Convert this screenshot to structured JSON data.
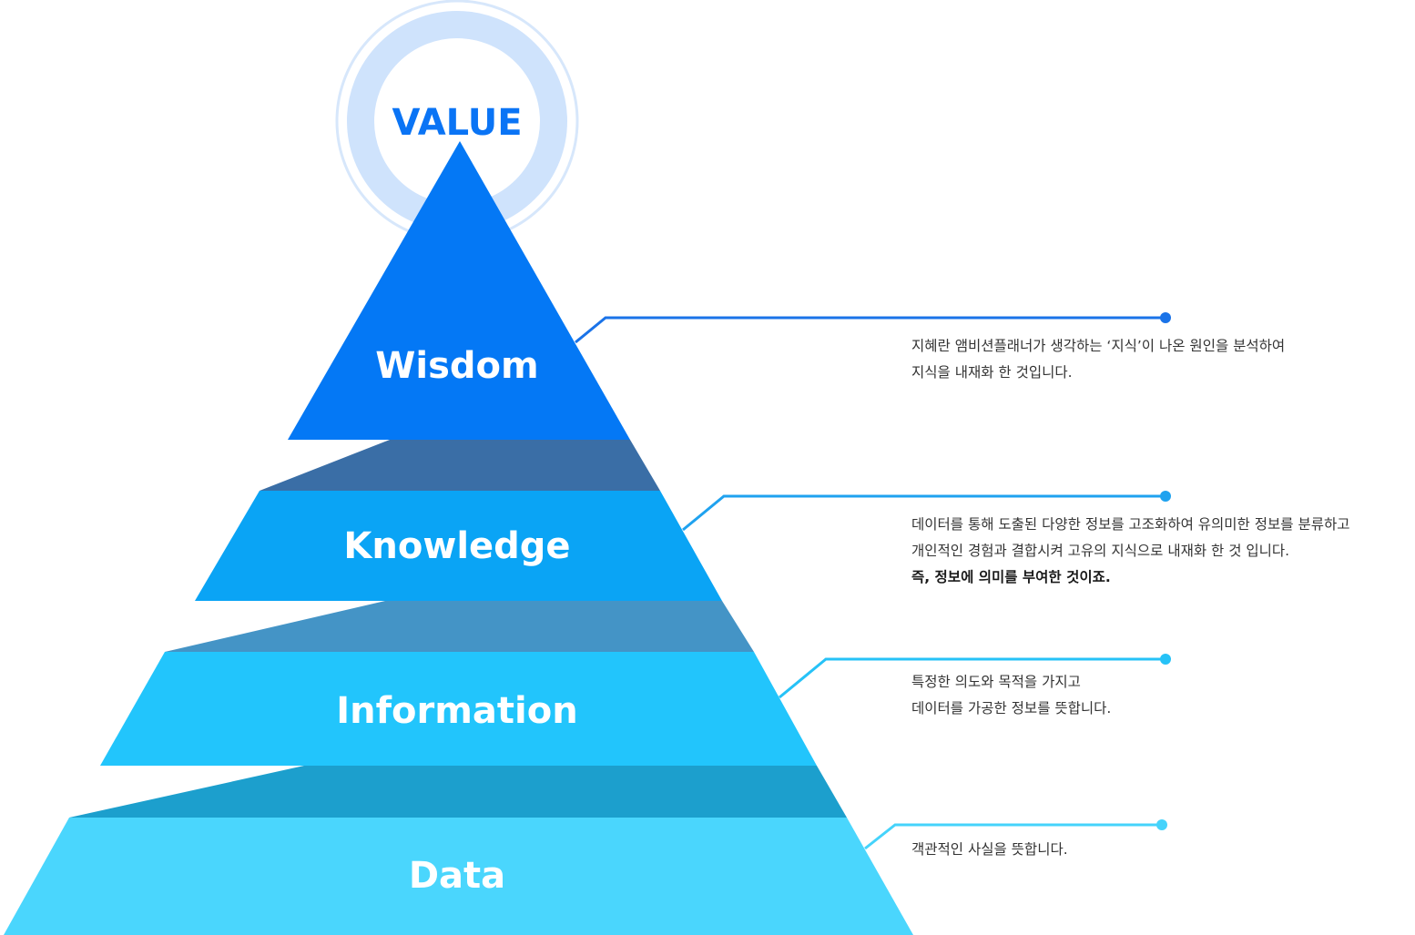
{
  "value": {
    "label": "VALUE",
    "color": "#0a74f5",
    "ring_outer_color": "#d7e7fb",
    "ring_inner_color": "#cfe3fc"
  },
  "tiers": [
    {
      "id": "wisdom",
      "label": "Wisdom",
      "color": "#0478f5",
      "line_color": "#1a73e8",
      "description": [
        "지혜란 앰비션플래너가 생각하는 ‘지식’이 나온 원인을 분석하여",
        "지식을 내재화 한 것입니다."
      ],
      "emphasis": ""
    },
    {
      "id": "knowledge",
      "label": "Knowledge",
      "color": "#0aa4f5",
      "line_color": "#1fa2ef",
      "description": [
        "데이터를 통해 도출된 다양한 정보를 고조화하여 유의미한 정보를 분류하고",
        "개인적인 경험과 결합시켜 고유의 지식으로 내재화 한 것 입니다."
      ],
      "emphasis": "즉, 정보에 의미를 부여한 것이죠."
    },
    {
      "id": "information",
      "label": "Information",
      "color": "#22c5fc",
      "line_color": "#26c2f7",
      "description": [
        "특정한 의도와 목적을 가지고",
        "데이터를 가공한 정보를 뜻합니다."
      ],
      "emphasis": ""
    },
    {
      "id": "data",
      "label": "Data",
      "color": "#4ad6fd",
      "line_color": "#45d3fb",
      "description": [
        "객관적인 사실을 뜻합니다."
      ],
      "emphasis": ""
    }
  ],
  "connector_colors": [
    "#3a6ea6",
    "#4494c6",
    "#1c9fcd"
  ]
}
